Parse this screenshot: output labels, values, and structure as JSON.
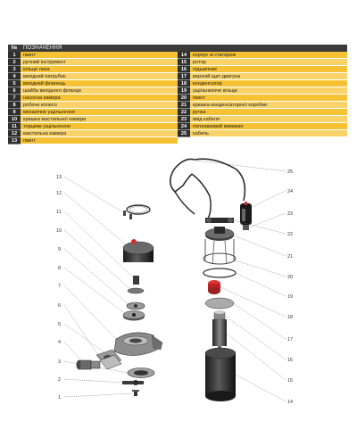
{
  "header": {
    "num": "№",
    "title": "ПОЗНАЧЕННЯ"
  },
  "parts_left": [
    {
      "num": "1",
      "name": "гвинт"
    },
    {
      "num": "2",
      "name": "ручний інструмент"
    },
    {
      "num": "3",
      "name": "кільце леза"
    },
    {
      "num": "4",
      "name": "вихідний патрубок"
    },
    {
      "num": "5",
      "name": "вихідний фланець"
    },
    {
      "num": "6",
      "name": "шайба вихідного фланця"
    },
    {
      "num": "7",
      "name": "насосна камера"
    },
    {
      "num": "8",
      "name": "робоче колесо"
    },
    {
      "num": "9",
      "name": "механічне ущільнення"
    },
    {
      "num": "10",
      "name": "кришка  мастильної камери"
    },
    {
      "num": "11",
      "name": "торцеве  ущільнення"
    },
    {
      "num": "12",
      "name": "мастильна камера"
    },
    {
      "num": "13",
      "name": "гвинт"
    }
  ],
  "parts_right": [
    {
      "num": "14",
      "name": "корпус  зі статором"
    },
    {
      "num": "15",
      "name": "ротор"
    },
    {
      "num": "16",
      "name": "підшипник"
    },
    {
      "num": "17",
      "name": "верхній щит двигуна"
    },
    {
      "num": "18",
      "name": "конденсатор"
    },
    {
      "num": "19",
      "name": "ущільнююче кільце"
    },
    {
      "num": "20",
      "name": "гвинт"
    },
    {
      "num": "21",
      "name": "кришка  конденсаторної  коробки"
    },
    {
      "num": "22",
      "name": "ручка"
    },
    {
      "num": "23",
      "name": "ввід  кабеля"
    },
    {
      "num": "24",
      "name": "поплавковий  вимикач"
    },
    {
      "num": "25",
      "name": "кабель"
    }
  ],
  "callouts": {
    "c1": "1",
    "c2": "2",
    "c3": "3",
    "c4": "4",
    "c5": "5",
    "c6": "6",
    "c7": "7",
    "c8": "8",
    "c9": "9",
    "c10": "10",
    "c11": "11",
    "c12": "12",
    "c13": "13",
    "c14": "14",
    "c15": "15",
    "c16": "16",
    "c17": "17",
    "c18": "18",
    "c19": "19",
    "c20": "20",
    "c21": "21",
    "c22": "22",
    "c23": "23",
    "c24": "24",
    "c25": "25"
  },
  "colors": {
    "accent": "#f6c233",
    "dark": "#2e2e2e"
  }
}
